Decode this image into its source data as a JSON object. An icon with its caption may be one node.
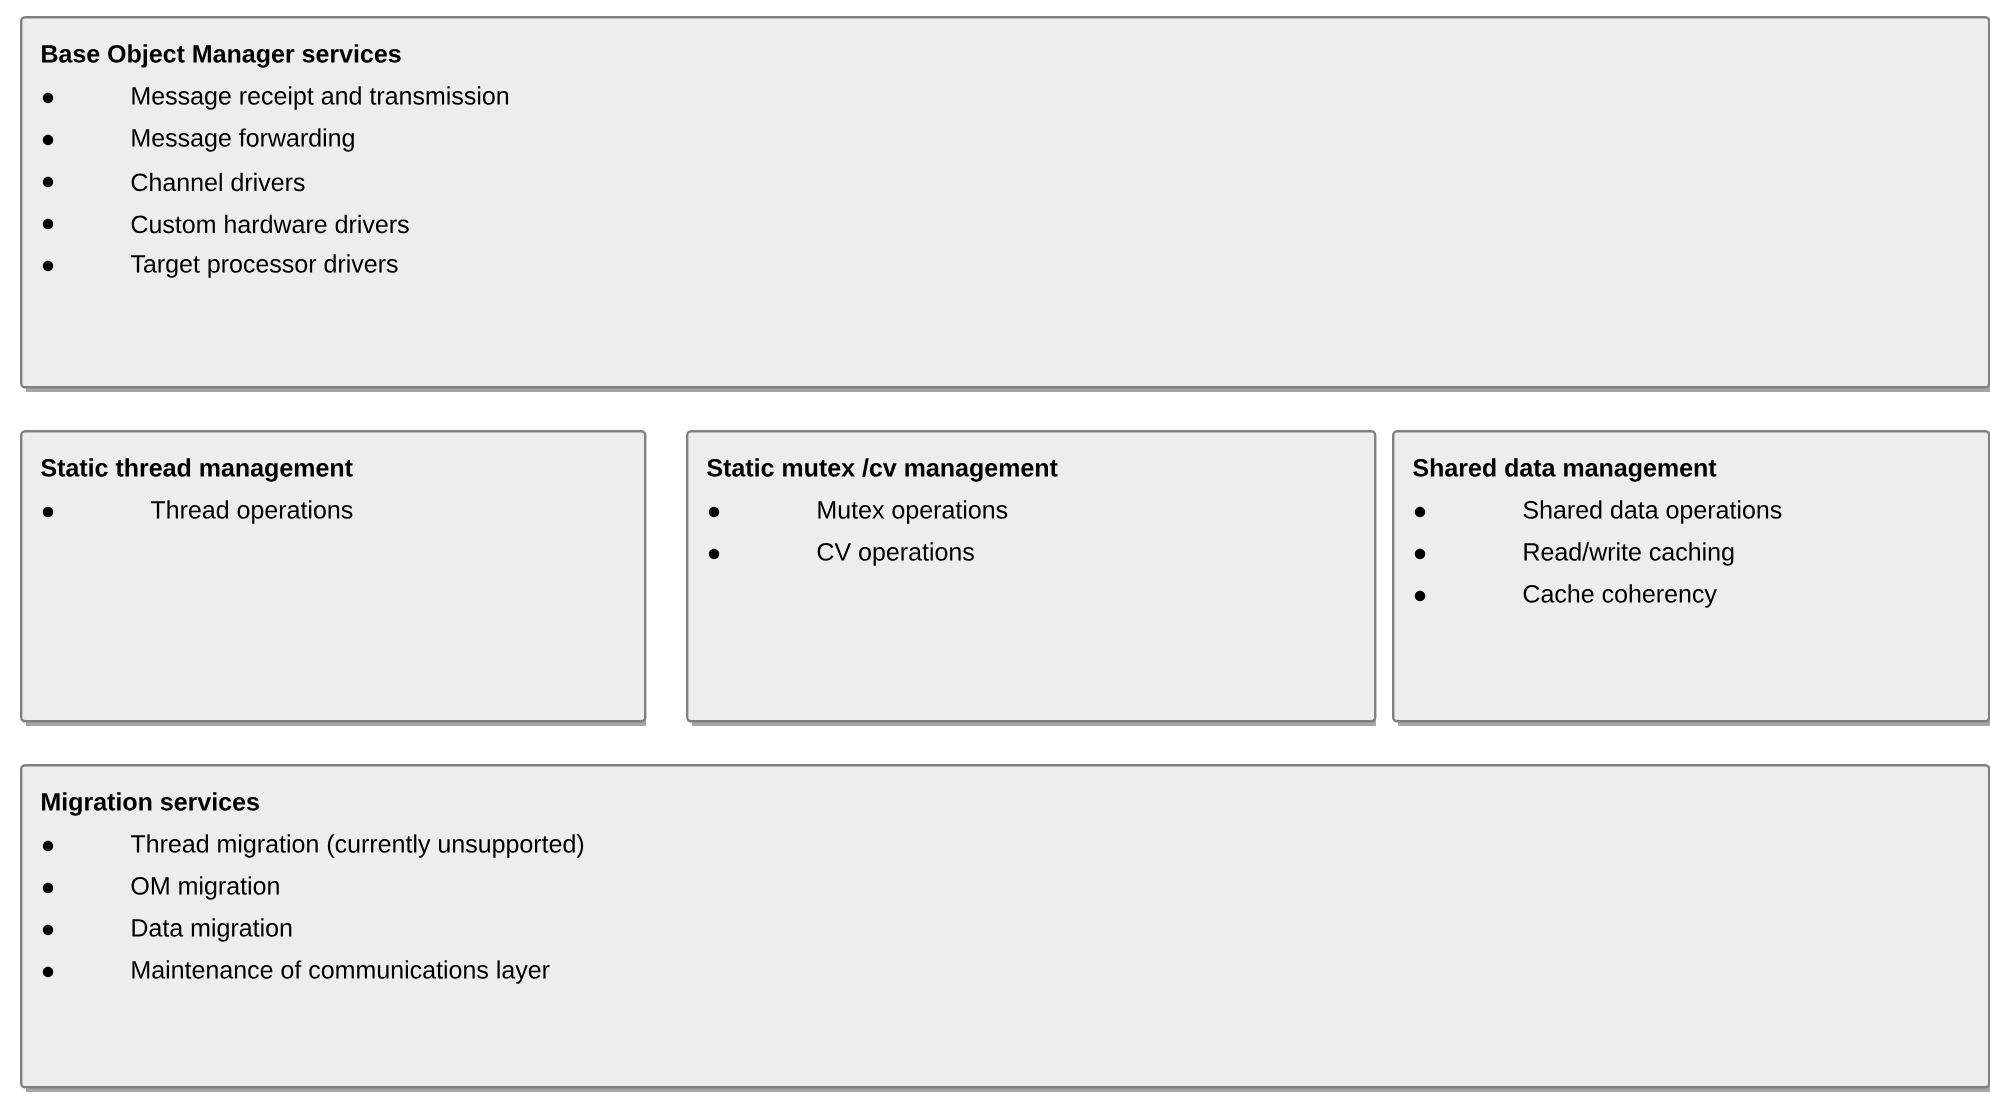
{
  "diagram": {
    "nodes": [
      {
        "text": [
          "Base Object Manager services",
          "Message receipt and transmission",
          "Message forwarding",
          "Channel drivers",
          "Custom hardware drivers",
          "Target processor drivers"
        ]
      },
      {
        "text": [
          "Static thread management",
          "Thread operations"
        ]
      },
      {
        "text": [
          "Static mutex /cv management",
          "Mutex operations",
          "CV operations"
        ]
      },
      {
        "text": [
          "Shared data management",
          "Shared data operations",
          "Read/write caching",
          "Cache coherency"
        ]
      },
      {
        "text": [
          "Migration services",
          "Thread migration (currently unsupported)",
          "OM migration",
          "Data migration",
          "Maintenance of communications layer"
        ]
      }
    ]
  }
}
